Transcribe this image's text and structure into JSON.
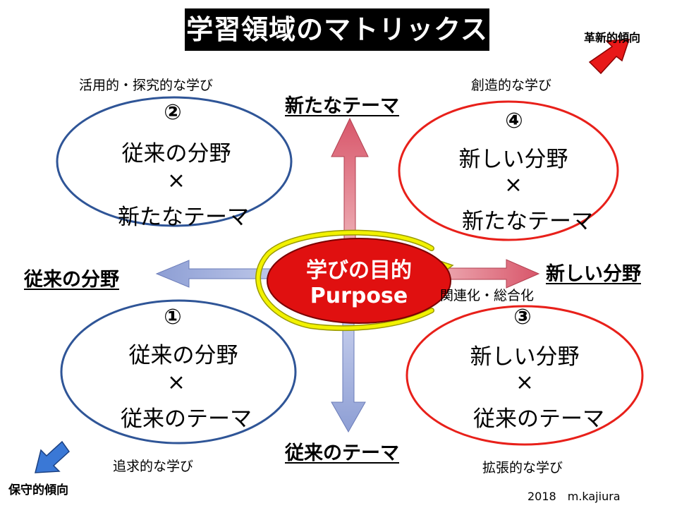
{
  "title": "学習領域のマトリックス",
  "trend": {
    "innovative": "革新的傾向",
    "conservative": "保守的傾向"
  },
  "axes": {
    "top": "新たなテーマ",
    "bottom": "従来のテーマ",
    "left": "従来の分野",
    "right": "新しい分野"
  },
  "center": {
    "line1": "学びの目的",
    "line2": "Purpose",
    "note": "関連化・総合化"
  },
  "quadrants": [
    {
      "caption": "活用的・探究的な学び",
      "number": "②",
      "line1": "従来の分野",
      "line2": "×",
      "line3": "新たなテーマ"
    },
    {
      "caption": "創造的な学び",
      "number": "④",
      "line1": "新しい分野",
      "line2": "×",
      "line3": "新たなテーマ"
    },
    {
      "caption": "追求的な学び",
      "number": "①",
      "line1": "従来の分野",
      "line2": "×",
      "line3": "従来のテーマ"
    },
    {
      "caption": "拡張的な学び",
      "number": "③",
      "line1": "新しい分野",
      "line2": "×",
      "line3": "従来のテーマ"
    }
  ],
  "credit": "2018　m.kajiura",
  "colors": {
    "blue_ellipse": "#2f5597",
    "red_ellipse": "#e8201a",
    "center_red": "#e01010",
    "arrow_red": "#d95a6a",
    "arrow_blue": "#9aa8d6",
    "ring_yellow": "#f2f200",
    "innovative_arrow": "#e81818",
    "conservative_arrow": "#3a78d6"
  }
}
